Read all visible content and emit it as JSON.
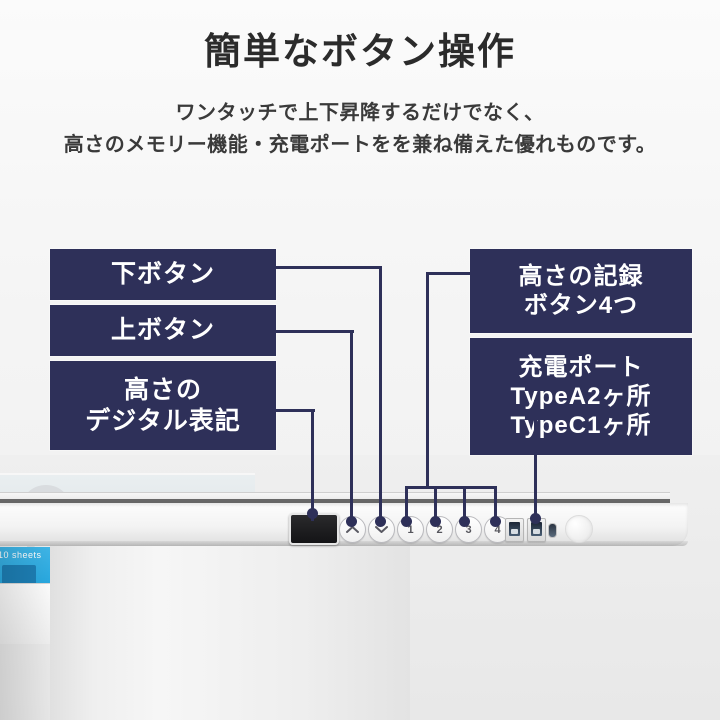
{
  "header": {
    "title": "簡単なボタン操作",
    "subtitle_line1": "ワンタッチで上下昇降するだけでなく、",
    "subtitle_line2": "高さのメモリー機能・充電ポートをを兼ね備えた優れものです。"
  },
  "callouts": {
    "down_button": {
      "line1": "下ボタン"
    },
    "up_button": {
      "line1": "上ボタン"
    },
    "digital_display": {
      "line1": "高さの",
      "line2": "デジタル表記"
    },
    "memory_buttons": {
      "line1": "高さの記録",
      "line2": "ボタン4つ"
    },
    "charging_ports": {
      "line1": "充電ポート",
      "line2": "TypeA2ヶ所",
      "line3": "TypeC1ヶ所"
    }
  },
  "control_panel": {
    "display_label": "",
    "up_icon": "chevron-up-icon",
    "down_icon": "chevron-down-icon",
    "memory_buttons": [
      "1",
      "2",
      "3",
      "4"
    ],
    "usb_a_count": 2,
    "usb_c_count": 1
  },
  "colors": {
    "callout_bg": "#2e3059",
    "callout_text": "#ffffff",
    "line": "#2e3059",
    "background": "#f4f4f4",
    "title_text": "#2b2b2b"
  }
}
